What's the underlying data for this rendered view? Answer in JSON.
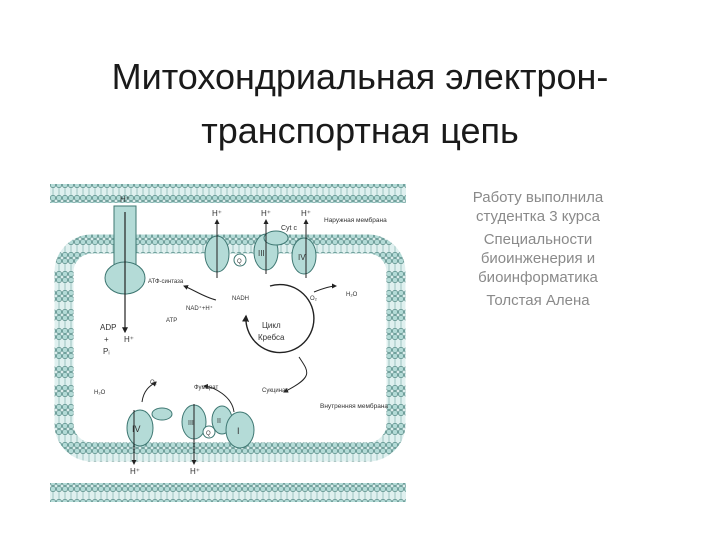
{
  "slide": {
    "title_line1": "Митохондриальная электрон-",
    "title_line2": "транспортная цепь",
    "info": {
      "line1": "Работу выполнила студентка 3 курса",
      "line2": "Специальности биоинженерия и биоинформатика",
      "line3": "Толстая Алена"
    }
  },
  "diagram": {
    "outer_membrane": "Наружная мембрана",
    "inner_membrane": "Внутренняя мембрана",
    "atp_synthase": "АТФ-синтаза",
    "atp": "АТР",
    "adp": "ADP",
    "plus": "+",
    "pi": "Pᵢ",
    "nadh": "NADH",
    "nad_plus": "NAD⁺+H⁺",
    "cyt_c": "Cyt c",
    "krebs": "Цикл Кребса",
    "krebs_line1": "Цикл",
    "krebs_line2": "Кребса",
    "fumarate": "Фумарат",
    "succinate": "Сукцинат",
    "o2": "O₂",
    "h2o": "H₂O",
    "h": "H",
    "h_plus": "H⁺",
    "q": "Q",
    "complex_i": "I",
    "complex_ii": "II",
    "complex_iii": "III",
    "complex_iv": "IV"
  }
}
